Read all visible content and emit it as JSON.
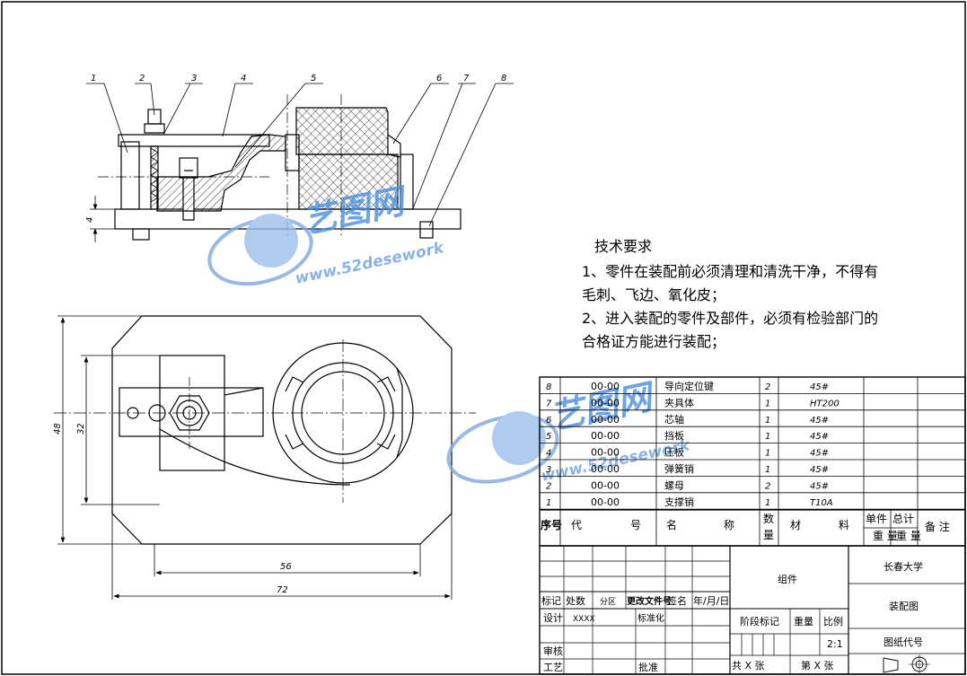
{
  "callouts": [
    "1",
    "2",
    "3",
    "4",
    "5",
    "6",
    "7",
    "8"
  ],
  "dimensions": {
    "front_height": "4",
    "top_outer_height": "48",
    "top_inner_height": "32",
    "top_inner_width": "56",
    "top_outer_width": "72"
  },
  "watermark": {
    "brand": "艺图网",
    "url_top": "www.52desework",
    "url_mid": "www.52desework"
  },
  "tech_requirements": {
    "title": "技术要求",
    "lines": [
      "1、零件在装配前必须清理和清洗干净，不得有",
      "毛刺、飞边、氧化皮；",
      "2、进入装配的零件及部件，必须有检验部门的",
      "合格证方能进行装配；"
    ]
  },
  "bom": {
    "rows": [
      {
        "no": "8",
        "code": "00-00",
        "name": "导向定位键",
        "qty": "2",
        "material": "45#"
      },
      {
        "no": "7",
        "code": "00-00",
        "name": "夹具体",
        "qty": "1",
        "material": "HT200"
      },
      {
        "no": "6",
        "code": "00-00",
        "name": "芯轴",
        "qty": "1",
        "material": "45#"
      },
      {
        "no": "5",
        "code": "00-00",
        "name": "挡板",
        "qty": "1",
        "material": "45#"
      },
      {
        "no": "4",
        "code": "00-00",
        "name": "压板",
        "qty": "1",
        "material": "45#"
      },
      {
        "no": "3",
        "code": "00-00",
        "name": "弹簧销",
        "qty": "1",
        "material": "45#"
      },
      {
        "no": "2",
        "code": "00-00",
        "name": "螺母",
        "qty": "2",
        "material": "45#"
      },
      {
        "no": "1",
        "code": "00-00",
        "name": "支撑销",
        "qty": "1",
        "material": "T10A"
      }
    ],
    "header": {
      "no": "序号",
      "code_a": "代",
      "code_b": "号",
      "name_a": "名",
      "name_b": "称",
      "qty_a": "数",
      "qty_b": "量",
      "mat_a": "材",
      "mat_b": "料",
      "w_a": "单件",
      "w_b": "总计",
      "w_c": "重 量",
      "w_d": "重 量",
      "note": "备 注"
    }
  },
  "title_block": {
    "mark": "标记",
    "count": "处数",
    "zone": "分区",
    "doc": "更改文件号",
    "sign": "签名",
    "date": "年/月/日",
    "design": "设计",
    "design_val": "XXXX",
    "std": "标准化",
    "check": "审核",
    "craft": "工艺",
    "approve": "批准",
    "assembly": "组件",
    "stage": "阶段标记",
    "weight": "重量",
    "scale": "比例",
    "scale_val": "2:1",
    "total": "共 X 张",
    "sheet_no": "第 X 张",
    "school": "长春大学",
    "drawing_name": "装配图",
    "drawing_code": "图纸代号"
  }
}
